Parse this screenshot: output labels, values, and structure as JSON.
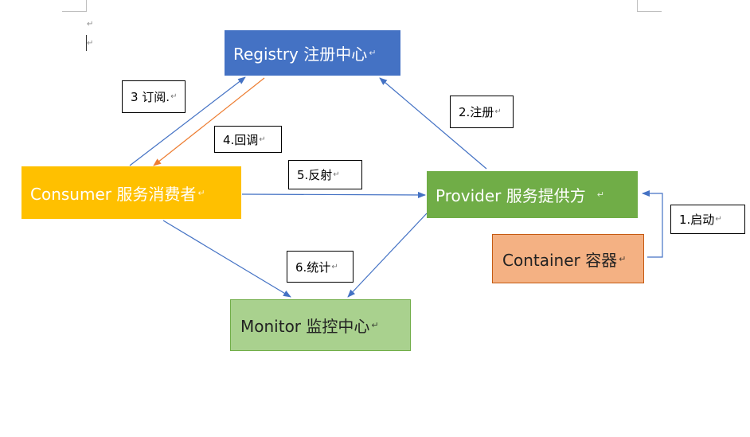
{
  "nodes": {
    "registry": "Registry 注册中心",
    "consumer": "Consumer 服务消费者",
    "provider": "Provider 服务提供方",
    "container": "Container 容器",
    "monitor": "Monitor 监控中心"
  },
  "edge_labels": {
    "start": "1.启动",
    "register": "2.注册",
    "subscribe": "3 订阅.",
    "callback": "4.回调",
    "reflect": "5.反射",
    "stats": "6.统计"
  },
  "paragraph_mark": "↵",
  "colors": {
    "registry": "#4472c4",
    "consumer": "#ffc000",
    "provider": "#70ad47",
    "container": "#f4b183",
    "monitor": "#a9d18e",
    "arrow_blue": "#4472c4",
    "arrow_orange": "#ed7d31"
  }
}
